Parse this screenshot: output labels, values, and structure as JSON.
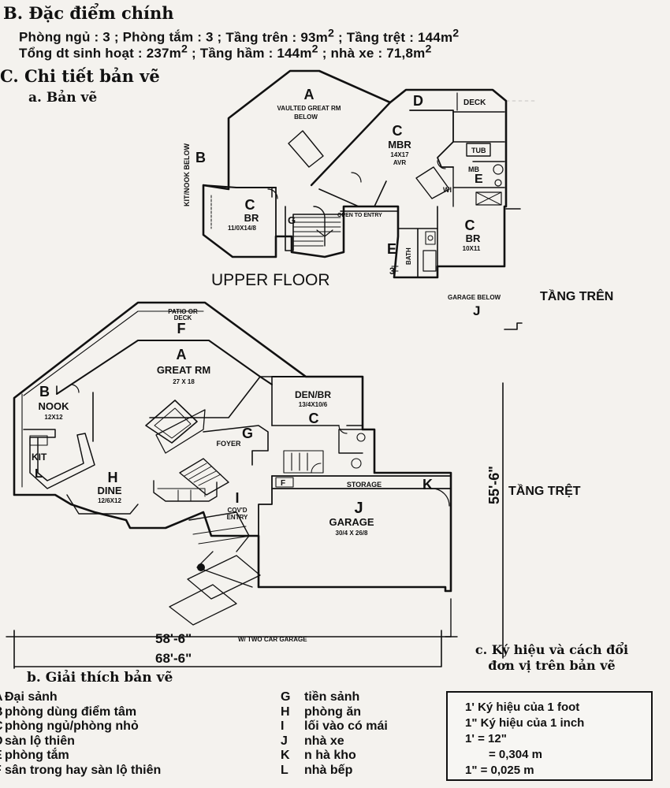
{
  "section_b": {
    "title": "B. Đặc điểm chính"
  },
  "features": {
    "line1": {
      "bedrooms_label": "Phòng ngủ : 3 ;",
      "bathrooms_label": "Phòng tắm : 3 ;",
      "upper_label": "Tầng trên : 93m",
      "upper_sup": "2",
      "ground_label": "; Tầng trệt : 144m",
      "ground_sup": "2"
    },
    "line2": {
      "living_label": "Tổng dt sinh hoạt : 237m",
      "living_sup": "2",
      "basement_label": "; Tầng hầm : 144m",
      "basement_sup": "2",
      "garage_label": "; nhà xe : 71,8m",
      "garage_sup": "2"
    }
  },
  "section_c": {
    "title": "C. Chi tiết bản vẽ",
    "sub_a": "a. Bản vẽ"
  },
  "upper_floor": {
    "heading": "UPPER FLOOR",
    "vn_heading": "TẦNG TRÊN",
    "labels": {
      "a_letter": "A",
      "a_text1": "VAULTED GREAT RM",
      "a_text2": "BELOW",
      "d_letter": "D",
      "deck": "DECK",
      "mbr_letter": "C",
      "mbr": "MBR",
      "mbr_dim": "14X17",
      "mbr_sub": "AVR",
      "b_letter": "B",
      "kit_nook": "KIT/NOOK BELOW",
      "tub": "TUB",
      "mb": "MB",
      "e_mb": "E",
      "wi": "WI",
      "br1_letter": "C",
      "br1": "BR",
      "br1_dim": "11/0X14/8",
      "br2_letter": "C",
      "br2": "BR",
      "br2_dim": "10X11",
      "open_to_entry": "OPEN TO ENTRY",
      "g_letter": "G",
      "e_bath": "E",
      "bath": "BATH",
      "garage_below": "GARAGE BELOW",
      "j_letter": "J"
    }
  },
  "ground_floor": {
    "vn_heading": "TẦNG TRỆT",
    "labels": {
      "patio1": "PATIO OR",
      "patio2": "DECK",
      "f_letter": "F",
      "a_letter": "A",
      "great_rm": "GREAT RM",
      "great_dim": "27 X 18",
      "b_letter": "B",
      "nook": "NOOK",
      "nook_dim": "12X12",
      "den_br": "DEN/BR",
      "den_dim": "13/4X10/6",
      "den_letter": "C",
      "g_letter": "G",
      "foyer": "FOYER",
      "kit": "KIT",
      "l_letter": "L",
      "h_letter": "H",
      "dine": "DINE",
      "dine_dim": "12/6X12",
      "storage": "STORAGE",
      "k_letter": "K",
      "f2_letter": "F",
      "i_letter": "I",
      "covd": "COV'D",
      "entry": "ENTRY",
      "j_letter": "J",
      "garage": "GARAGE",
      "garage_dim": "30/4 X 26/8",
      "dim_556": "55'-6\"",
      "dim_586": "58'-6\"",
      "two_car": "W/ TWO CAR GARAGE",
      "dim_686": "68'-6\""
    }
  },
  "legend": {
    "title": "b. Giải thích bản vẽ",
    "left": [
      {
        "code": "A",
        "text": "Đại sảnh"
      },
      {
        "code": "B",
        "text": "phòng dùng điểm tâm"
      },
      {
        "code": "C",
        "text": "phòng ngủ/phòng nhỏ"
      },
      {
        "code": "D",
        "text": "sàn lộ thiên"
      },
      {
        "code": "E",
        "text": "phòng tắm"
      },
      {
        "code": "F",
        "text": "sân trong hay sàn lộ thiên"
      }
    ],
    "right": [
      {
        "code": "G",
        "text": "tiền sảnh"
      },
      {
        "code": "H",
        "text": "phòng ăn"
      },
      {
        "code": "I",
        "text": "lối vào có mái"
      },
      {
        "code": "J",
        "text": "nhà xe"
      },
      {
        "code": "K",
        "text": "n hà kho"
      },
      {
        "code": "L",
        "text": "nhà bếp"
      }
    ]
  },
  "conversion": {
    "title_line1": "c. Ký hiệu và cách đổi",
    "title_line2": "đơn vị trên bản vẽ",
    "row1": "1' Ký hiệu của 1 foot",
    "row2": "1\" Ký hiệu của 1 inch",
    "row3": "1' = 12\"",
    "row4": "= 0,304 m",
    "row5": "1\" = 0,025 m"
  }
}
